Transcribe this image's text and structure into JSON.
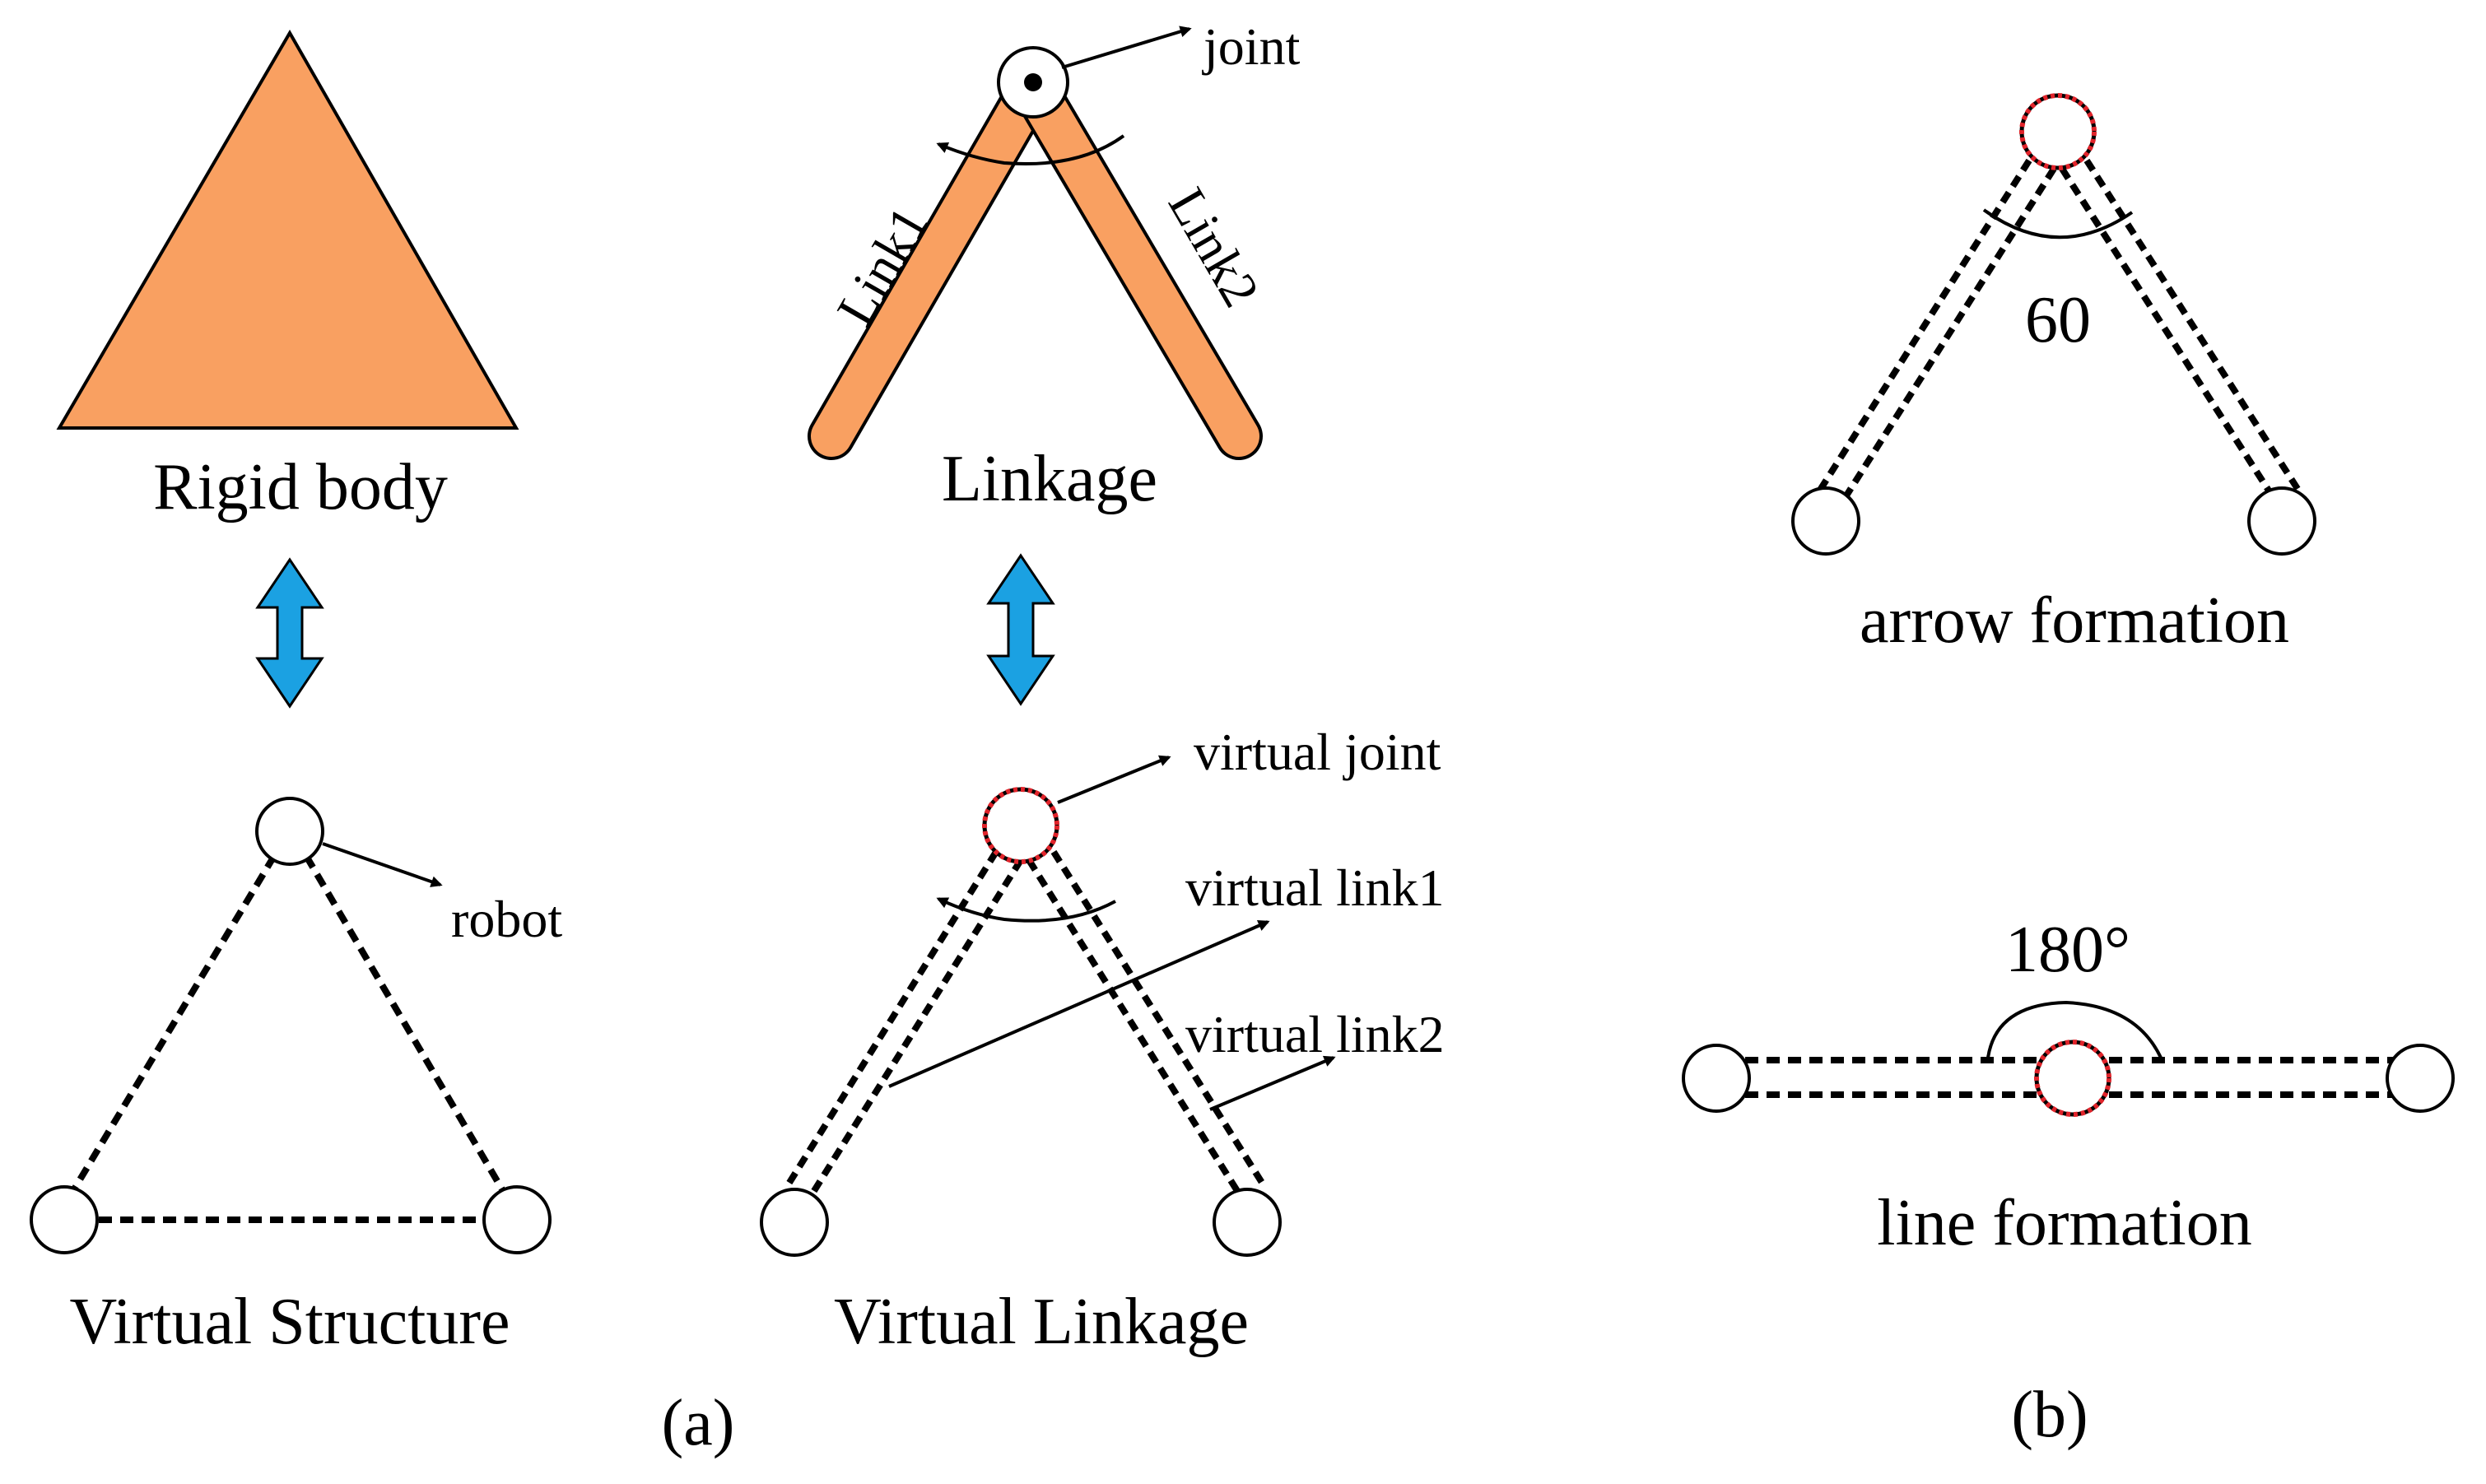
{
  "colors": {
    "orange_fill": "#F9A061",
    "orange_stroke": "#000000",
    "arrow_blue": "#1BA1E2",
    "joint_red": "#E0242B",
    "line": "#000000",
    "background": "#FFFFFF"
  },
  "panel_a": {
    "label": "(a)",
    "rigid_body": {
      "caption": "Rigid body"
    },
    "linkage": {
      "caption": "Linkage",
      "joint_label": "joint",
      "link1_label": "Link1",
      "link2_label": "Link2"
    },
    "virtual_structure": {
      "caption": "Virtual Structure",
      "robot_label": "robot"
    },
    "virtual_linkage": {
      "caption": "Virtual Linkage",
      "joint_label": "virtual joint",
      "link1_label": "virtual link1",
      "link2_label": "virtual link2"
    }
  },
  "panel_b": {
    "label": "(b)",
    "arrow_formation": {
      "caption": "arrow formation",
      "angle_label": "60"
    },
    "line_formation": {
      "caption": "line formation",
      "angle_label": "180°"
    }
  }
}
